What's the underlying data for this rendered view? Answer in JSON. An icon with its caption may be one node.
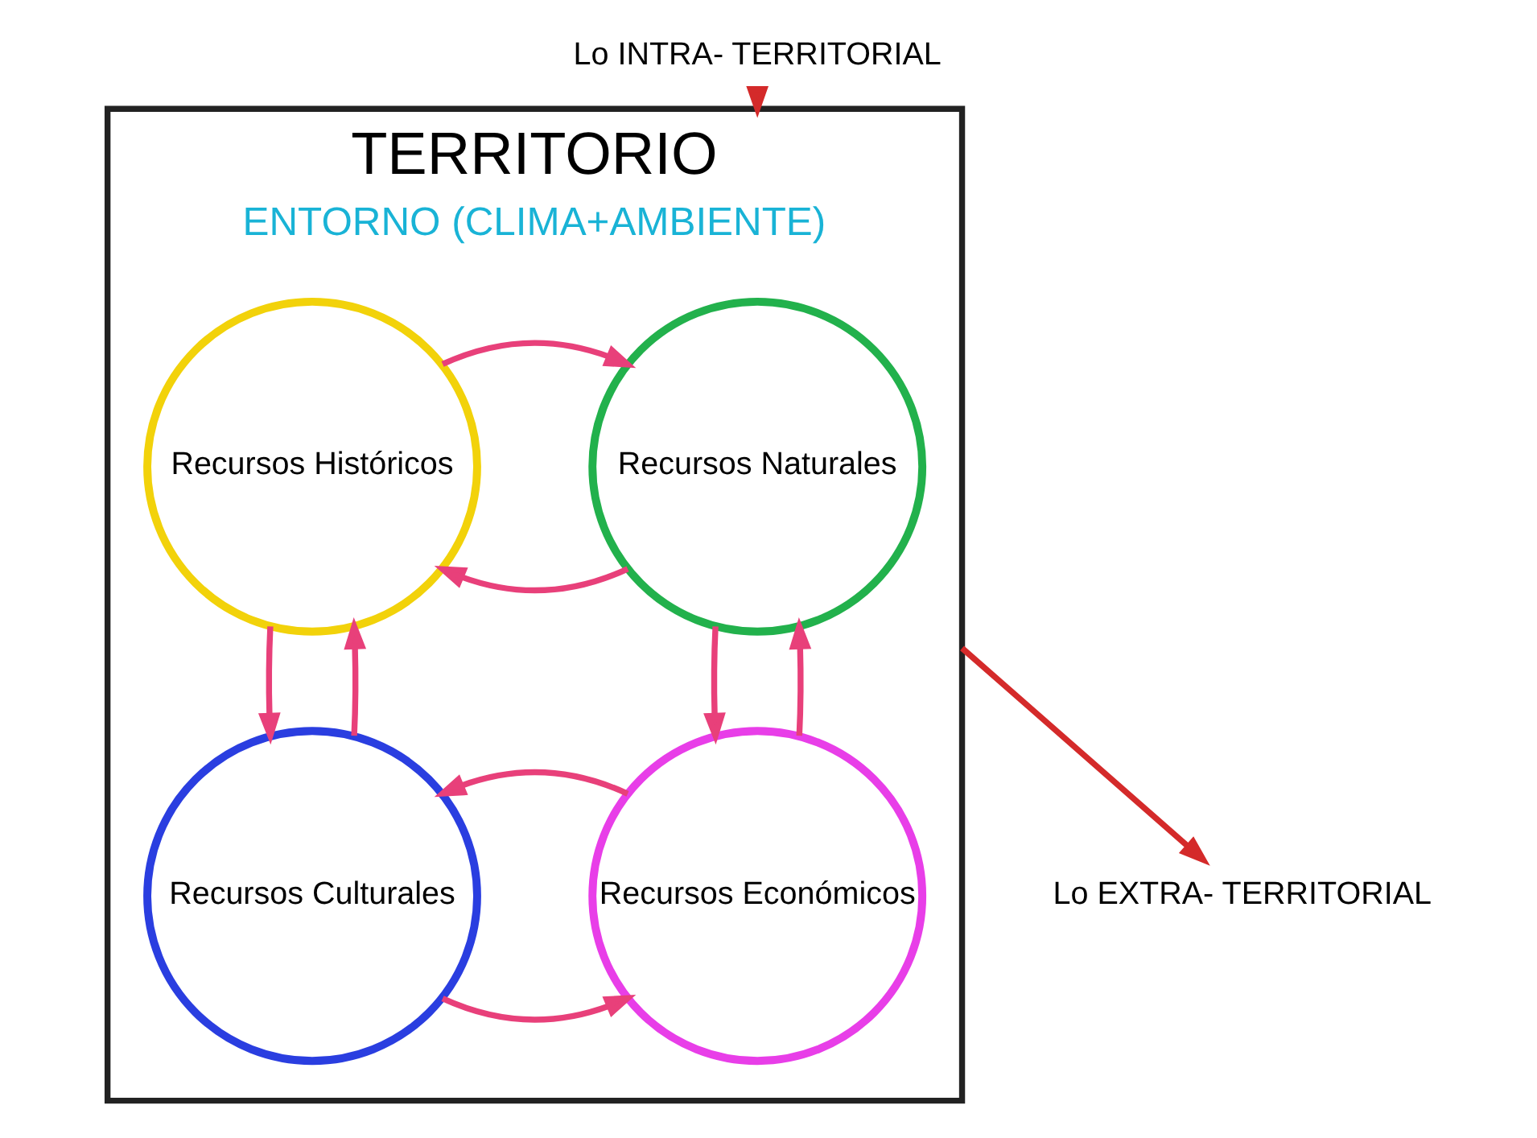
{
  "diagram": {
    "nodes": [
      {
        "text": [
          "TERRITORIO",
          "ENTORNO (CLIMA+AMBIENTE)"
        ]
      },
      {
        "text": [
          "Recursos Naturales"
        ],
        "in": 0
      },
      {
        "text": [
          "Recursos Históricos"
        ],
        "in": 0
      },
      {
        "text": [
          "Recursos Económicos"
        ],
        "in": 0
      },
      {
        "text": [
          "Recursos Culturales"
        ],
        "in": 0
      },
      {
        "text": [
          "Lo EXTRA- TERRITORIAL"
        ]
      },
      {
        "text": [
          "Lo INTRA- TERRITORIAL"
        ]
      }
    ],
    "edges": [
      {
        "from": 1,
        "to": 3,
        "arrow": "to"
      },
      {
        "from": 3,
        "to": 1,
        "arrow": "to"
      },
      {
        "from": 1,
        "to": 2,
        "arrow": "to"
      },
      {
        "from": 2,
        "to": 1,
        "arrow": "to"
      },
      {
        "from": 2,
        "to": 4,
        "arrow": "to"
      },
      {
        "from": 4,
        "to": 2,
        "arrow": "to"
      },
      {
        "from": 4,
        "to": 3,
        "arrow": "to"
      },
      {
        "from": 3,
        "to": 4,
        "arrow": "to"
      },
      {
        "from": 0,
        "to": 5,
        "arrow": "to",
        "color": "#d42a2a"
      },
      {
        "from": 6,
        "to": 0,
        "arrow": "to",
        "color": "#d42a2a"
      }
    ]
  }
}
